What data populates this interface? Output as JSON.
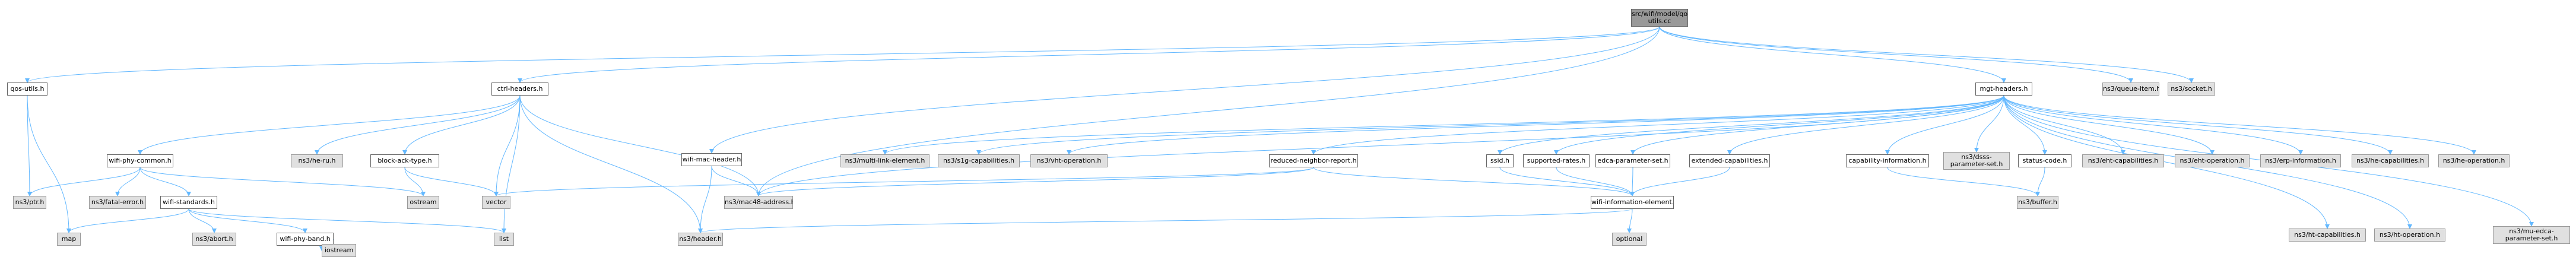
{
  "colors": {
    "edge": "#63b8ff",
    "root_fill": "#999999",
    "external_fill": "#e0e0e0",
    "local_fill": "#ffffff",
    "border": "#666666"
  },
  "nodes": [
    {
      "id": "root",
      "label": "src/wifi/model/qos-utils.cc",
      "kind": "root"
    },
    {
      "id": "qos_utils_h",
      "label": "qos-utils.h",
      "kind": "local"
    },
    {
      "id": "ctrl_headers_h",
      "label": "ctrl-headers.h",
      "kind": "local"
    },
    {
      "id": "wifi_mac_header_h",
      "label": "wifi-mac-header.h",
      "kind": "local"
    },
    {
      "id": "mgt_headers_h",
      "label": "mgt-headers.h",
      "kind": "local"
    },
    {
      "id": "queue_item_h",
      "label": "ns3/queue-item.h",
      "kind": "external"
    },
    {
      "id": "socket_h",
      "label": "ns3/socket.h",
      "kind": "external"
    },
    {
      "id": "wifi_phy_common_h",
      "label": "wifi-phy-common.h",
      "kind": "local"
    },
    {
      "id": "he_ru_h",
      "label": "ns3/he-ru.h",
      "kind": "external"
    },
    {
      "id": "block_ack_type_h",
      "label": "block-ack-type.h",
      "kind": "local"
    },
    {
      "id": "multi_link_element_h",
      "label": "ns3/multi-link-element.h",
      "kind": "external"
    },
    {
      "id": "s1g_capabilities_h",
      "label": "ns3/s1g-capabilities.h",
      "kind": "external"
    },
    {
      "id": "vht_operation_h",
      "label": "ns3/vht-operation.h",
      "kind": "external"
    },
    {
      "id": "reduced_neighbor_report_h",
      "label": "reduced-neighbor-report.h",
      "kind": "local"
    },
    {
      "id": "ssid_h",
      "label": "ssid.h",
      "kind": "local"
    },
    {
      "id": "supported_rates_h",
      "label": "supported-rates.h",
      "kind": "local"
    },
    {
      "id": "edca_parameter_set_h",
      "label": "edca-parameter-set.h",
      "kind": "local"
    },
    {
      "id": "extended_capabilities_h",
      "label": "extended-capabilities.h",
      "kind": "local"
    },
    {
      "id": "capability_information_h",
      "label": "capability-information.h",
      "kind": "local"
    },
    {
      "id": "dsss_parameter_set_h",
      "label": "ns3/dsss-parameter-set.h",
      "kind": "external"
    },
    {
      "id": "status_code_h",
      "label": "status-code.h",
      "kind": "local"
    },
    {
      "id": "eht_capabilities_h",
      "label": "ns3/eht-capabilities.h",
      "kind": "external"
    },
    {
      "id": "eht_operation_h",
      "label": "ns3/eht-operation.h",
      "kind": "external"
    },
    {
      "id": "erp_information_h",
      "label": "ns3/erp-information.h",
      "kind": "external"
    },
    {
      "id": "he_capabilities_h",
      "label": "ns3/he-capabilities.h",
      "kind": "external"
    },
    {
      "id": "he_operation_h",
      "label": "ns3/he-operation.h",
      "kind": "external"
    },
    {
      "id": "ht_capabilities_h",
      "label": "ns3/ht-capabilities.h",
      "kind": "external"
    },
    {
      "id": "ht_operation_h",
      "label": "ns3/ht-operation.h",
      "kind": "external"
    },
    {
      "id": "mu_edca_parameter_set_h",
      "label": "ns3/mu-edca-parameter-set.h",
      "kind": "external"
    },
    {
      "id": "ptr_h",
      "label": "ns3/ptr.h",
      "kind": "external"
    },
    {
      "id": "fatal_error_h",
      "label": "ns3/fatal-error.h",
      "kind": "external"
    },
    {
      "id": "wifi_standards_h",
      "label": "wifi-standards.h",
      "kind": "local"
    },
    {
      "id": "ostream",
      "label": "ostream",
      "kind": "external"
    },
    {
      "id": "vector",
      "label": "vector",
      "kind": "external"
    },
    {
      "id": "mac48_address_h",
      "label": "ns3/mac48-address.h",
      "kind": "external"
    },
    {
      "id": "wifi_information_element_h",
      "label": "wifi-information-element.h",
      "kind": "local"
    },
    {
      "id": "buffer_h",
      "label": "ns3/buffer.h",
      "kind": "external"
    },
    {
      "id": "map",
      "label": "map",
      "kind": "external"
    },
    {
      "id": "abort_h",
      "label": "ns3/abort.h",
      "kind": "external"
    },
    {
      "id": "wifi_phy_band_h",
      "label": "wifi-phy-band.h",
      "kind": "local"
    },
    {
      "id": "list",
      "label": "list",
      "kind": "external"
    },
    {
      "id": "header_h",
      "label": "ns3/header.h",
      "kind": "external"
    },
    {
      "id": "optional",
      "label": "optional",
      "kind": "external"
    },
    {
      "id": "iostream",
      "label": "iostream",
      "kind": "external"
    }
  ],
  "edges": [
    [
      "root",
      "qos_utils_h"
    ],
    [
      "root",
      "ctrl_headers_h"
    ],
    [
      "root",
      "wifi_mac_header_h"
    ],
    [
      "root",
      "mgt_headers_h"
    ],
    [
      "root",
      "queue_item_h"
    ],
    [
      "root",
      "socket_h"
    ],
    [
      "root",
      "mac48_address_h"
    ],
    [
      "qos_utils_h",
      "ptr_h"
    ],
    [
      "qos_utils_h",
      "map"
    ],
    [
      "ctrl_headers_h",
      "wifi_phy_common_h"
    ],
    [
      "ctrl_headers_h",
      "he_ru_h"
    ],
    [
      "ctrl_headers_h",
      "block_ack_type_h"
    ],
    [
      "ctrl_headers_h",
      "vector"
    ],
    [
      "ctrl_headers_h",
      "list"
    ],
    [
      "ctrl_headers_h",
      "mac48_address_h"
    ],
    [
      "ctrl_headers_h",
      "header_h"
    ],
    [
      "wifi_phy_common_h",
      "ptr_h"
    ],
    [
      "wifi_phy_common_h",
      "fatal_error_h"
    ],
    [
      "wifi_phy_common_h",
      "wifi_standards_h"
    ],
    [
      "wifi_phy_common_h",
      "ostream"
    ],
    [
      "wifi_standards_h",
      "map"
    ],
    [
      "wifi_standards_h",
      "abort_h"
    ],
    [
      "wifi_standards_h",
      "wifi_phy_band_h"
    ],
    [
      "wifi_standards_h",
      "list"
    ],
    [
      "wifi_phy_band_h",
      "iostream"
    ],
    [
      "block_ack_type_h",
      "ostream"
    ],
    [
      "block_ack_type_h",
      "vector"
    ],
    [
      "wifi_mac_header_h",
      "mac48_address_h"
    ],
    [
      "wifi_mac_header_h",
      "header_h"
    ],
    [
      "mgt_headers_h",
      "mac48_address_h"
    ],
    [
      "mgt_headers_h",
      "multi_link_element_h"
    ],
    [
      "mgt_headers_h",
      "s1g_capabilities_h"
    ],
    [
      "mgt_headers_h",
      "vht_operation_h"
    ],
    [
      "mgt_headers_h",
      "reduced_neighbor_report_h"
    ],
    [
      "mgt_headers_h",
      "ssid_h"
    ],
    [
      "mgt_headers_h",
      "supported_rates_h"
    ],
    [
      "mgt_headers_h",
      "edca_parameter_set_h"
    ],
    [
      "mgt_headers_h",
      "extended_capabilities_h"
    ],
    [
      "mgt_headers_h",
      "capability_information_h"
    ],
    [
      "mgt_headers_h",
      "dsss_parameter_set_h"
    ],
    [
      "mgt_headers_h",
      "status_code_h"
    ],
    [
      "mgt_headers_h",
      "eht_capabilities_h"
    ],
    [
      "mgt_headers_h",
      "eht_operation_h"
    ],
    [
      "mgt_headers_h",
      "erp_information_h"
    ],
    [
      "mgt_headers_h",
      "he_capabilities_h"
    ],
    [
      "mgt_headers_h",
      "he_operation_h"
    ],
    [
      "mgt_headers_h",
      "ht_capabilities_h"
    ],
    [
      "mgt_headers_h",
      "ht_operation_h"
    ],
    [
      "mgt_headers_h",
      "mu_edca_parameter_set_h"
    ],
    [
      "reduced_neighbor_report_h",
      "wifi_information_element_h"
    ],
    [
      "reduced_neighbor_report_h",
      "mac48_address_h"
    ],
    [
      "reduced_neighbor_report_h",
      "vector"
    ],
    [
      "ssid_h",
      "wifi_information_element_h"
    ],
    [
      "supported_rates_h",
      "wifi_information_element_h"
    ],
    [
      "edca_parameter_set_h",
      "wifi_information_element_h"
    ],
    [
      "extended_capabilities_h",
      "wifi_information_element_h"
    ],
    [
      "capability_information_h",
      "buffer_h"
    ],
    [
      "status_code_h",
      "buffer_h"
    ],
    [
      "wifi_information_element_h",
      "header_h"
    ],
    [
      "wifi_information_element_h",
      "optional"
    ]
  ]
}
